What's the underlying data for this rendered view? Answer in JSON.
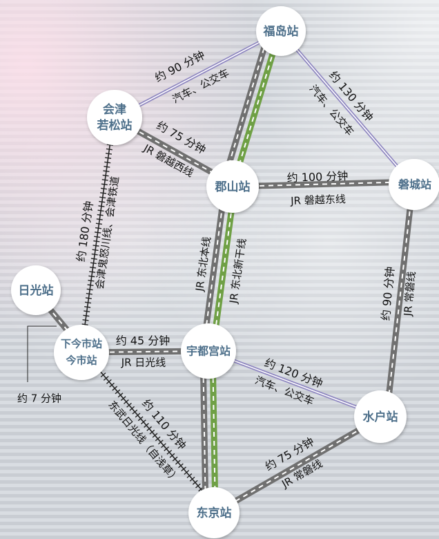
{
  "stations": {
    "fukushima": "福岛站",
    "aizu_1": "会津",
    "aizu_2": "若松站",
    "koriyama": "郡山站",
    "iwaki": "磐城站",
    "nikko": "日光站",
    "shimo_1": "下今市站",
    "shimo_2": "今市站",
    "utsunomiya": "宇都宫站",
    "mito": "水户站",
    "tokyo": "东京站"
  },
  "routes": {
    "aizu_fukushima": {
      "time": "约 90 分钟",
      "mode": "汽车、公交车"
    },
    "fukushima_iwaki": {
      "time": "约 130 分钟",
      "mode": "汽车、公交车"
    },
    "aizu_koriyama": {
      "time": "约 75 分钟",
      "line": "JR 磐越西线"
    },
    "koriyama_iwaki": {
      "time": "约 100 分钟",
      "line": "JR 磐越东线"
    },
    "aizu_shimoimaichi": {
      "time": "约 180 分钟",
      "line": "会津鬼怒川线、会津铁道"
    },
    "koriyama_utsunomiya": {
      "line1": "JR 东北本线",
      "line2": "JR 东北新干线"
    },
    "iwaki_mito": {
      "time": "约 90 分钟",
      "line": "JR 常磐线"
    },
    "nikko_shimoimaichi": {
      "time": "约 7 分钟"
    },
    "shimoimaichi_utsunomiya": {
      "time": "约 45 分钟",
      "line": "JR 日光线"
    },
    "utsunomiya_mito": {
      "time": "约 120 分钟",
      "mode": "汽车、公交车"
    },
    "shimoimaichi_tokyo": {
      "time": "约 110 分钟",
      "line": "东武日光线（自浅草）"
    },
    "mito_tokyo": {
      "time": "约 75 分钟",
      "line": "JR 常磐线"
    }
  },
  "colors": {
    "jr_rail": "#707070",
    "shinkansen": "#6fa045",
    "bus_route": "#8e86c0",
    "station_text": "#4d6f8a",
    "private_rail": "#222222"
  }
}
